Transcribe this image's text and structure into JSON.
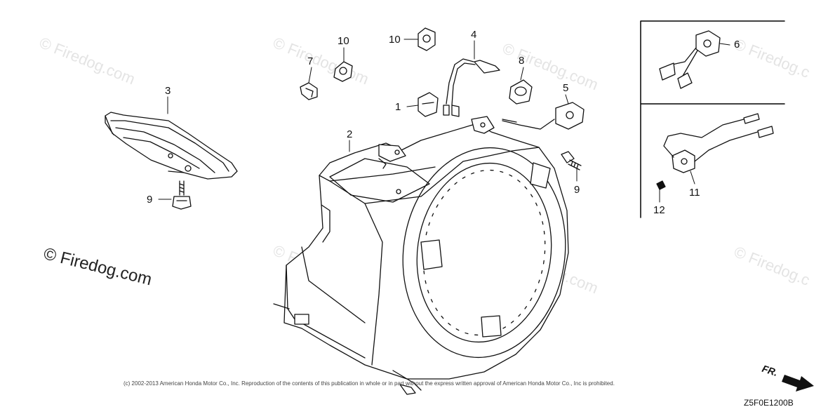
{
  "watermark_text": "© Firedog.com",
  "watermark_cut_text": "© Firedog.c",
  "copyright": "(c) 2002-2013 American Honda Motor Co., Inc. Reproduction of the contents of this publication in whole or in part without the express written approval of American Honda Motor Co., Inc is prohibited.",
  "diagram_code": "Z5F0E1200B",
  "front_label": "FR.",
  "callouts": {
    "c1": "1",
    "c2": "2",
    "c3": "3",
    "c4": "4",
    "c5": "5",
    "c6": "6",
    "c7": "7",
    "c8": "8",
    "c9a": "9",
    "c9b": "9",
    "c10a": "10",
    "c10b": "10",
    "c11": "11",
    "c12": "12"
  }
}
